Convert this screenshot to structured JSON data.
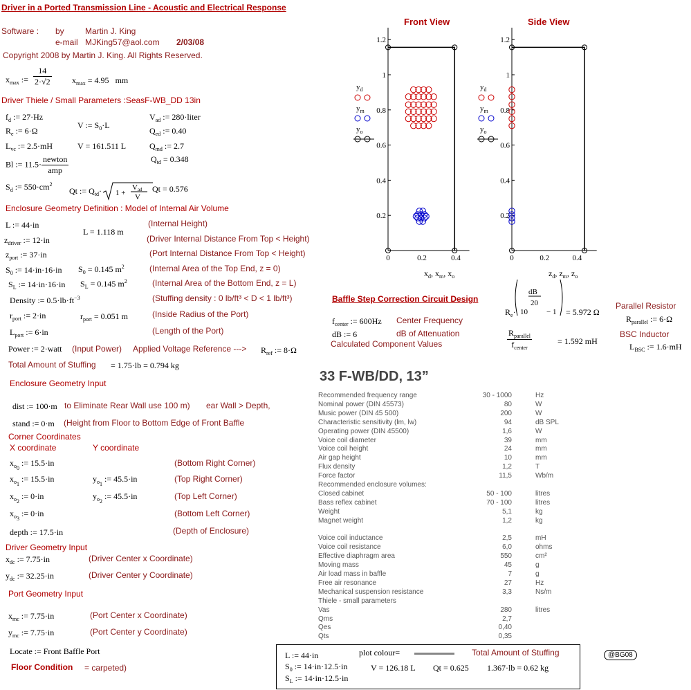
{
  "title": "Driver in a Ported Transmission Line - Acoustic and Electrical Response",
  "software": {
    "label": "Software :",
    "by": "by",
    "author": "Martin J. King",
    "email_label": "e-mail",
    "email": "MJKing57@aol.com",
    "date": "2/03/08",
    "copyright": "Copyright 2008 by Martin J. King. All Rights Reserved."
  },
  "xmax": {
    "def_lhs": "x",
    "def_sub": "max",
    "num": "14",
    "den": "2·√2",
    "res": "= 4.95",
    "unit": "mm"
  },
  "driver_params_header": "Driver Thiele / Small Parameters :SeasF-WB_DD 13in",
  "driver_params": {
    "fd": "f<sub>d</sub> := 27·Hz",
    "Re": "R<sub>e</sub> := 6·Ω",
    "Lvc": "L<sub>vc</sub> := 2.5·mH",
    "Bl_prefix": "Bl := 11.5·",
    "Bl_num": "newton",
    "Bl_den": "amp",
    "Sd": "S<sub>d</sub> := 550·cm<sup>2</sup>",
    "V_def": "V := S<sub>0</sub>·L",
    "V_res": "V = 161.511 L",
    "Vad": "V<sub>ad</sub> := 280·liter",
    "Qed": "Q<sub>ed</sub> := 0.40",
    "Qmd": "Q<sub>md</sub> := 2.7",
    "Qtd": "Q<sub>td</sub> = 0.348",
    "Qt_def": "Qt := Q<sub>td</sub>·",
    "Qt_res": "Qt = 0.576"
  },
  "enclosure_header": "Enclosure Geometry Definition : Model of Internal Air Volume",
  "enclosure": [
    {
      "expr": "L := 44·in",
      "note": "(Internal Height)"
    },
    {
      "expr": "z<sub>driver</sub> := 12·in",
      "note": "(Driver Internal Distance From Top < Height)"
    },
    {
      "expr": "z<sub>port</sub> := 37·in",
      "note": "(Port Internal Distance From Top < Height)"
    },
    {
      "expr": "S<sub>0</sub> := 14·in·16·in",
      "note": "(Internal Area of the Top End, z = 0)"
    },
    {
      "expr": "S<sub>L</sub> := 14·in·16·in",
      "note": "(Internal Area of the Bottom End, z = L)"
    },
    {
      "expr": "Density := 0.5·lb·ft<sup>−3</sup>",
      "note": "(Stuffing density : 0 lb/ft³ < D < 1 lb/ft³)"
    },
    {
      "expr": "r<sub>port</sub> := 2·in",
      "note": "(Inside Radius of the Port)"
    },
    {
      "expr": "L<sub>port</sub> := 6·in",
      "note": "(Length of the Port)"
    }
  ],
  "enclosure_results": {
    "L": "L = 1.118 m",
    "S0": "S<sub>0</sub> = 0.145 m<sup>2</sup>",
    "SL": "S<sub>L</sub> = 0.145 m<sup>2</sup>",
    "rport": "r<sub>port</sub> = 0.051 m"
  },
  "power": {
    "expr": "Power := 2·watt",
    "note": "(Input Power)",
    "ref_note": "Applied Voltage Reference --->",
    "ref": "R<sub>ref</sub> := 8·Ω"
  },
  "stuffing": {
    "label": "Total Amount of Stuffing",
    "value": "= 1.75·lb = 0.794 kg"
  },
  "geometry_input_header": "Enclosure Geometry Input",
  "dist": {
    "expr": "dist := 100·m",
    "note": "to Eliminate Rear Wall use 100 m)",
    "note2": "ear Wall > Depth,"
  },
  "stand": {
    "expr": "stand := 0·m",
    "note": "(Height from Floor to Bottom Edge of Front Baffle"
  },
  "corner_header": "Corner Coordinates",
  "x_coord": "X coordinate",
  "y_coord": "Y coordinate",
  "corners": [
    {
      "x": "x<sub>o<sub>0</sub></sub> := 15.5·in",
      "y": "",
      "note": "(Bottom Right Corner)"
    },
    {
      "x": "x<sub>o<sub>1</sub></sub> := 15.5·in",
      "y": "y<sub>o<sub>1</sub></sub> := 45.5·in",
      "note": "(Top Right Corner)"
    },
    {
      "x": "x<sub>o<sub>2</sub></sub> := 0·in",
      "y": "y<sub>o<sub>2</sub></sub> := 45.5·in",
      "note": "(Top Left Corner)"
    },
    {
      "x": "x<sub>o<sub>3</sub></sub> := 0·in",
      "y": "",
      "note": "(Bottom Left Corner)"
    }
  ],
  "depth": {
    "expr": "depth := 17.5·in",
    "note": "(Depth of Enclosure)"
  },
  "driver_geometry_header": "Driver Geometry Input",
  "driver_geometry": [
    {
      "expr": "x<sub>dc</sub> := 7.75·in",
      "note": "(Driver Center x Coordinate)"
    },
    {
      "expr": "y<sub>dc</sub> := 32.25·in",
      "note": "(Driver Center y Coordinate)"
    }
  ],
  "port_geometry_header": "Port Geometry Input",
  "port_geometry": [
    {
      "expr": "x<sub>mc</sub> := 7.75·in",
      "note": "(Port Center x Coordinate)"
    },
    {
      "expr": "y<sub>mc</sub> := 7.75·in",
      "note": "(Port Center y Coordinate)"
    }
  ],
  "locate": "Locate := Front Baffle Port",
  "floor": {
    "label": "Floor Condition",
    "value": "= carpeted)"
  },
  "front_view": {
    "title": "Front View",
    "xlabel": "x<sub>d</sub>, x<sub>m</sub>, x<sub>o</sub>",
    "yticks": [
      "1.2",
      "1",
      "0.8",
      "0.6",
      "0.4",
      "0.2"
    ],
    "xticks": [
      "0",
      "0.2",
      "0.4"
    ],
    "legend": [
      "y<sub>d</sub>",
      "y<sub>m</sub>",
      "y<sub>o</sub>"
    ]
  },
  "side_view": {
    "title": "Side View",
    "xlabel": "z<sub>d</sub>, z<sub>m</sub>, z<sub>o</sub>",
    "yticks": [
      "1.2",
      "1",
      "0.8",
      "0.6",
      "0.4",
      "0.2"
    ],
    "xticks": [
      "0",
      "0.2",
      "0.4"
    ],
    "legend": [
      "y<sub>d</sub>",
      "y<sub>m</sub>",
      "y<sub>o</sub>"
    ]
  },
  "baffle": {
    "title": "Baffle Step Correction Circuit Design",
    "fcenter": "f<sub>center</sub> := 600Hz",
    "fcenter_note": "Center Frequency",
    "dB": "dB := 6",
    "dB_note": "dB of Attenuation",
    "calc_note": "Calculated Component Values",
    "formula_prefix": "R<sub>e</sub>·",
    "formula_res": "= 5.972 Ω",
    "dB_frac_num": "dB",
    "dB_frac_den": "20",
    "ratio_num": "R<sub>parallel</sub>",
    "ratio_den": "f<sub>center</sub>",
    "ratio_res": "= 1.592 mH",
    "parallel_label": "Parallel Resistor",
    "parallel": "R<sub>parallel</sub> := 6·Ω",
    "bsc_label": "BSC Inductor",
    "bsc": "L<sub>BSC</sub> := 1.6·mH"
  },
  "spec_title": "33 F-WB/DD, 13”",
  "spec_rows": [
    [
      "Recommended frequency range",
      "30 - 1000",
      "Hz"
    ],
    [
      "Nominal power (DIN 45573)",
      "80",
      "W"
    ],
    [
      "Music power (DIN 45 500)",
      "200",
      "W"
    ],
    [
      "Characteristic sensitivity (lm, lw)",
      "94",
      "dB SPL"
    ],
    [
      "Operating power (DIN 45500)",
      "1,6",
      "W"
    ],
    [
      "Voice coil diameter",
      "39",
      "mm"
    ],
    [
      "Voice coil height",
      "24",
      "mm"
    ],
    [
      "Air gap height",
      "10",
      "mm"
    ],
    [
      "Flux density",
      "1,2",
      "T"
    ],
    [
      "Force factor",
      "11,5",
      "Wb/m"
    ],
    [
      "Recommended enclosure volumes:",
      "",
      ""
    ],
    [
      "Closed cabinet",
      "50 - 100",
      "litres"
    ],
    [
      "Bass reflex cabinet",
      "70 - 100",
      "litres"
    ],
    [
      "Weight",
      "5,1",
      "kg"
    ],
    [
      "Magnet weight",
      "1,2",
      "kg"
    ],
    [
      "",
      "",
      ""
    ],
    [
      "Voice coil inductance",
      "2,5",
      "mH"
    ],
    [
      "Voice coil resistance",
      "6,0",
      "ohms"
    ],
    [
      "Effective diaphragm area",
      "550",
      "cm²"
    ],
    [
      "Moving mass",
      "45",
      "g"
    ],
    [
      "Air load mass in baffle",
      "7",
      "g"
    ],
    [
      "Free air resonance",
      "27",
      "Hz"
    ],
    [
      "Mechanical suspension resistance",
      "3,3",
      "Ns/m"
    ],
    [
      "Thiele - small parameters",
      "",
      ""
    ],
    [
      "Vas",
      "280",
      "litres"
    ],
    [
      "Qms",
      "2,7",
      ""
    ],
    [
      "Qes",
      "0,40",
      ""
    ],
    [
      "Qts",
      "0,35",
      ""
    ]
  ],
  "bottom_box": {
    "L": "L := 44·in",
    "S0": "S<sub>0</sub> := 14·in·12.5·in",
    "SL": "S<sub>L</sub> := 14·in·12.5·in",
    "plot_colour": "plot colour=",
    "V": "V = 126.18 L",
    "Qt": "Qt = 0.625",
    "stuffing_label": "Total Amount of Stuffing",
    "stuffing": "1.367·lb = 0.62 kg"
  },
  "badge": "@BG08",
  "colors": {
    "annotation": "#8b1a1a",
    "heading": "#b00000",
    "driver": "#cc0000",
    "port": "#0000cc",
    "plot_line": "#888888"
  }
}
